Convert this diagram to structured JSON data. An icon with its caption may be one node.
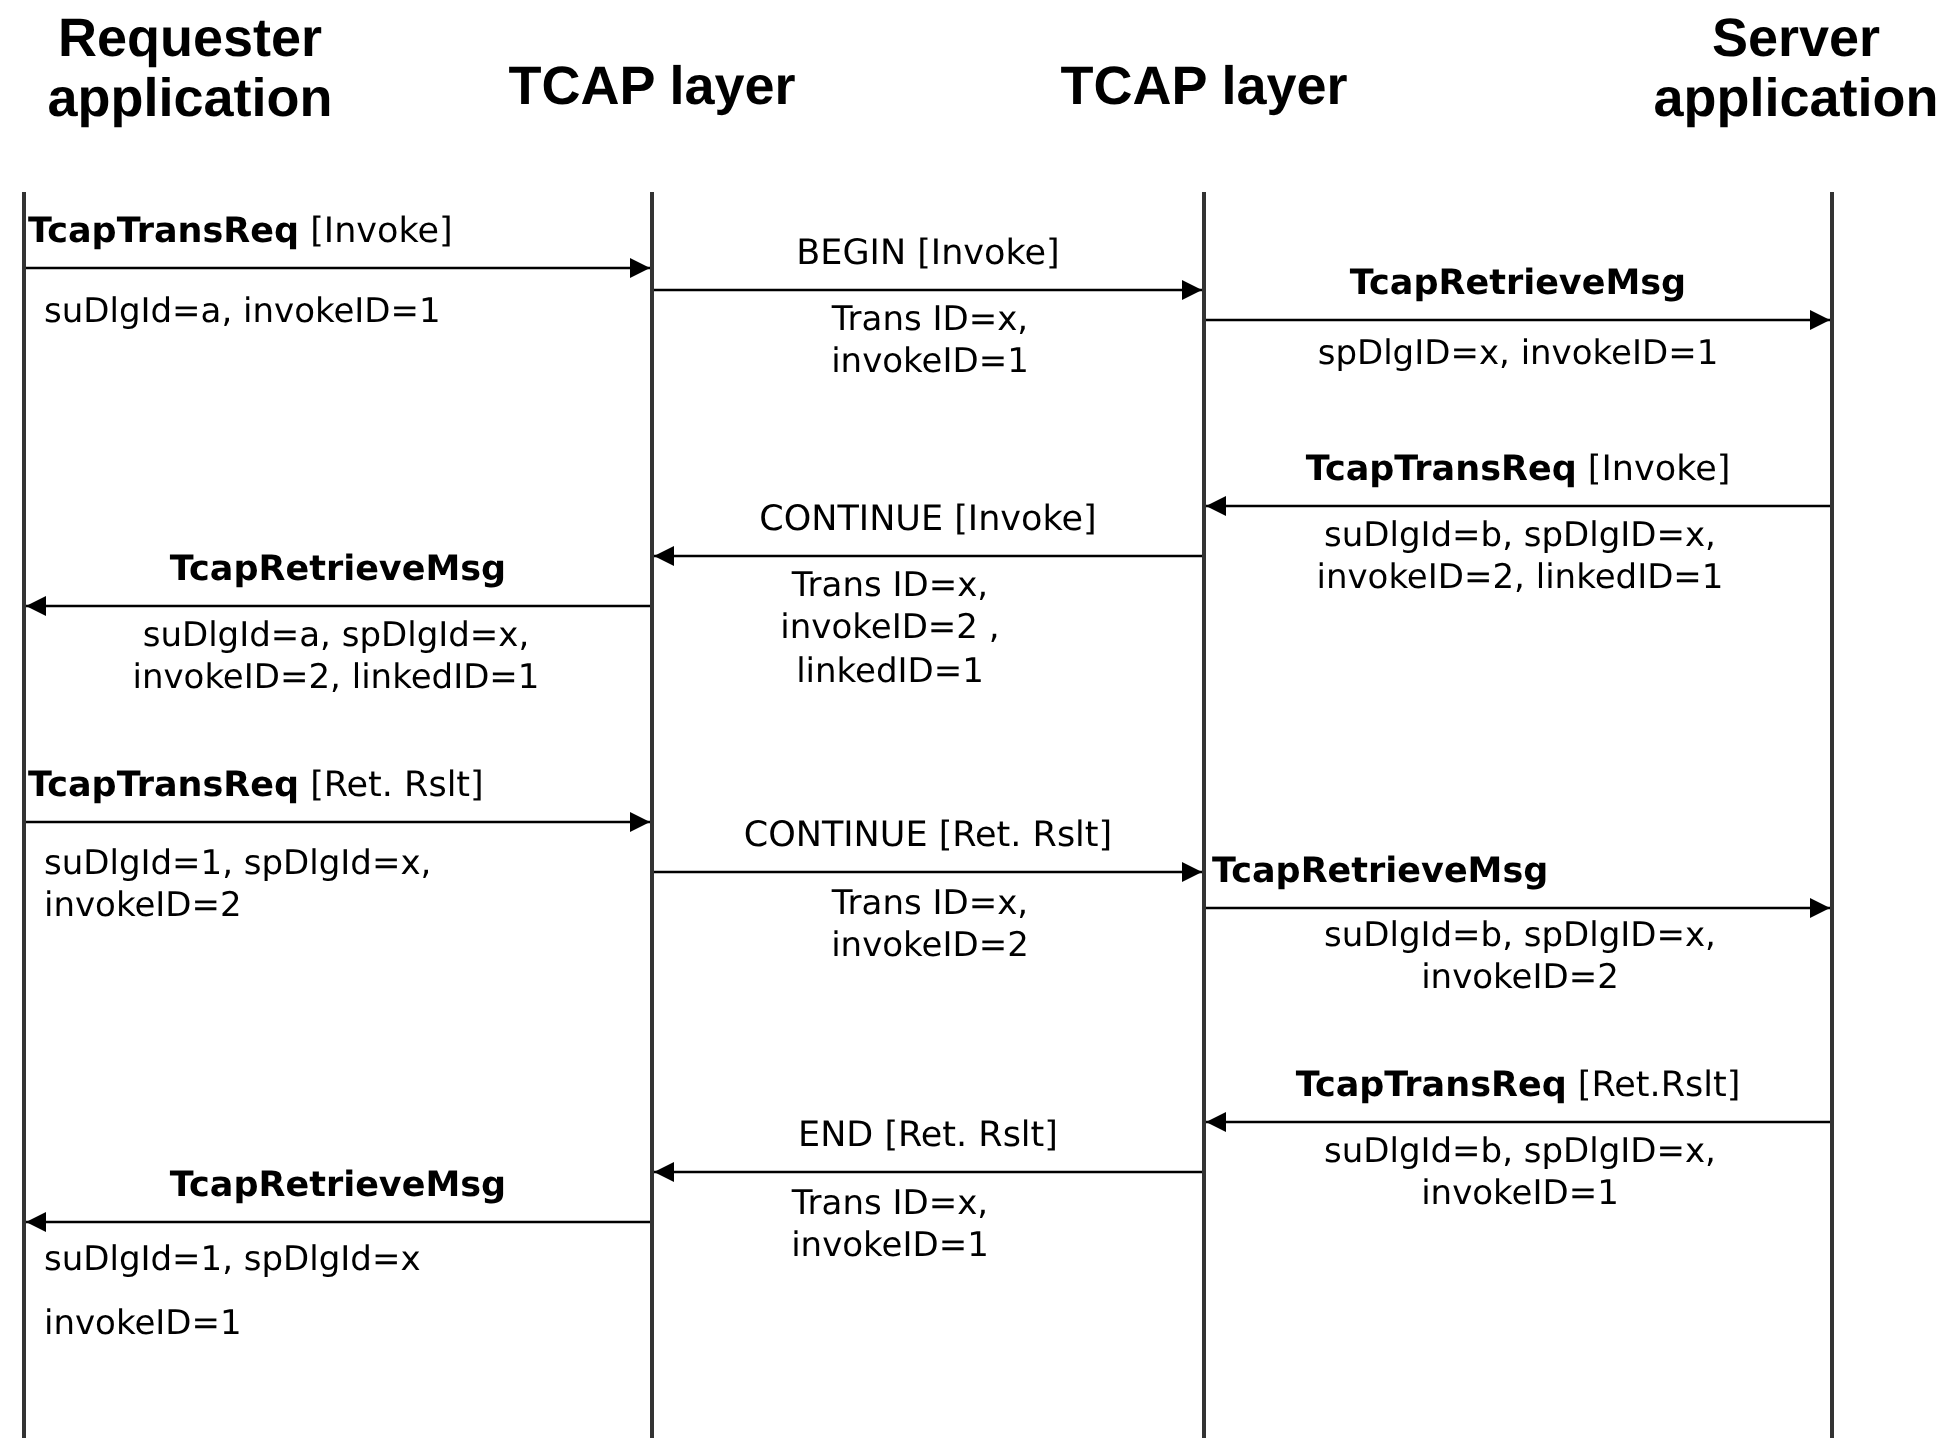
{
  "diagram": {
    "nodes": [
      {
        "text": [
          "Requester application"
        ]
      },
      {
        "text": [
          "TCAP layer"
        ]
      },
      {
        "text": [
          "TCAP layer"
        ]
      },
      {
        "text": [
          "Server application"
        ]
      }
    ],
    "edges": [
      {
        "from": 0,
        "to": 1,
        "arrow": "to",
        "label": "**TcapTransReq** [Invoke]"
      },
      {
        "from": 1,
        "to": 2,
        "arrow": "to",
        "label": "BEGIN [Invoke]"
      },
      {
        "from": 2,
        "to": 3,
        "arrow": "to",
        "label": "**TcapRetrieveMsg**"
      },
      {
        "from": 3,
        "to": 2,
        "arrow": "to",
        "label": "**TcapTransReq** [Invoke]"
      },
      {
        "from": 2,
        "to": 1,
        "arrow": "to",
        "label": "CONTINUE [Invoke]"
      },
      {
        "from": 1,
        "to": 0,
        "arrow": "to",
        "label": "**TcapRetrieveMsg**"
      },
      {
        "from": 0,
        "to": 1,
        "arrow": "to",
        "label": "**TcapTransReq** [Ret. Rslt]"
      },
      {
        "from": 1,
        "to": 2,
        "arrow": "to",
        "label": "CONTINUE [Ret. Rslt]"
      },
      {
        "from": 2,
        "to": 3,
        "arrow": "to",
        "label": "**TcapRetrieveMsg**"
      },
      {
        "from": 3,
        "to": 2,
        "arrow": "to",
        "label": "**TcapTransReq** [Ret.Rslt]"
      },
      {
        "from": 2,
        "to": 1,
        "arrow": "to",
        "label": "END [Ret. Rslt]"
      },
      {
        "from": 1,
        "to": 0,
        "arrow": "to",
        "label": "**TcapRetrieveMsg**"
      }
    ],
    "labels": [
      "suDlgId=a, invokeID=1",
      "Trans ID=x, invokeID=1",
      "spDlgID=x, invokeID=1",
      "suDlgId=b, spDlgID=x, invokeID=2, linkedID=1",
      "Trans ID=x, invokeID=2 , linkedID=1",
      "suDlgId=a, spDlgId=x, invokeID=2, linkedID=1",
      "suDlgId=1, spDlgId=x, invokeID=2",
      "Trans ID=x, invokeID=2",
      "suDlgId=b, spDlgID=x, invokeID=2",
      "suDlgId=b, spDlgID=x, invokeID=1",
      "Trans ID=x, invokeID=1",
      "suDlgId=1, spDlgId=x",
      "invokeID=1"
    ]
  }
}
